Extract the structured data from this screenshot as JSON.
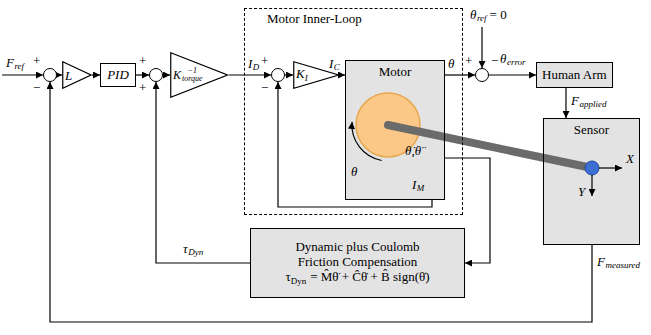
{
  "diagram": {
    "nodes": [
      {
        "text": [
          "+",
          "−"
        ]
      },
      {
        "text": [
          "L"
        ]
      },
      {
        "text": [
          "PID"
        ]
      },
      {
        "text": [
          "+",
          "+"
        ]
      },
      {
        "text": [
          "K",
          "torque",
          "−1"
        ]
      },
      {
        "text": [
          "Motor Inner-Loop"
        ]
      },
      {
        "text": [
          "+",
          "−"
        ],
        "in": 5
      },
      {
        "text": [
          "K",
          "I"
        ],
        "in": 5
      },
      {
        "text": [
          "Motor"
        ],
        "in": 5
      },
      {
        "text": [
          "+",
          "−"
        ]
      },
      {
        "text": [
          "Human Arm"
        ]
      },
      {
        "text": [
          "Sensor"
        ]
      },
      {
        "text": [
          "Dynamic plus Coulomb Friction Compensation",
          "τ",
          "Dyn",
          "= M̂θ̈ + Ĉθ̇ + B̂ sign(θ̇)"
        ]
      }
    ],
    "edges": [
      {
        "from": 0,
        "to": 1,
        "arrow": "to"
      },
      {
        "from": 1,
        "to": 2,
        "arrow": "to"
      },
      {
        "from": 2,
        "to": 3,
        "arrow": "to"
      },
      {
        "from": 3,
        "to": 4,
        "arrow": "to"
      },
      {
        "from": 4,
        "to": 6,
        "arrow": "to"
      },
      {
        "from": 6,
        "to": 7,
        "arrow": "to"
      },
      {
        "from": 7,
        "to": 8,
        "arrow": "to"
      },
      {
        "from": 8,
        "to": 9,
        "arrow": "to"
      },
      {
        "from": 9,
        "to": 10,
        "arrow": "to"
      },
      {
        "from": 10,
        "to": 11,
        "arrow": "to"
      },
      {
        "from": 11,
        "to": 0,
        "arrow": "to"
      },
      {
        "from": 8,
        "to": 12,
        "arrow": "to"
      },
      {
        "from": 12,
        "to": 3,
        "arrow": "to"
      },
      {
        "from": 8,
        "to": 6,
        "arrow": "to"
      }
    ],
    "labels": [
      "F",
      "ref",
      "θ",
      "ref",
      "= 0",
      "θ",
      "error",
      "F",
      "applied",
      "F",
      "measured",
      "τ",
      "Dyn",
      "I",
      "D",
      "I",
      "C",
      "θ",
      "θ",
      "θ̇,θ̈",
      "I",
      "M",
      "X",
      "Y"
    ]
  }
}
